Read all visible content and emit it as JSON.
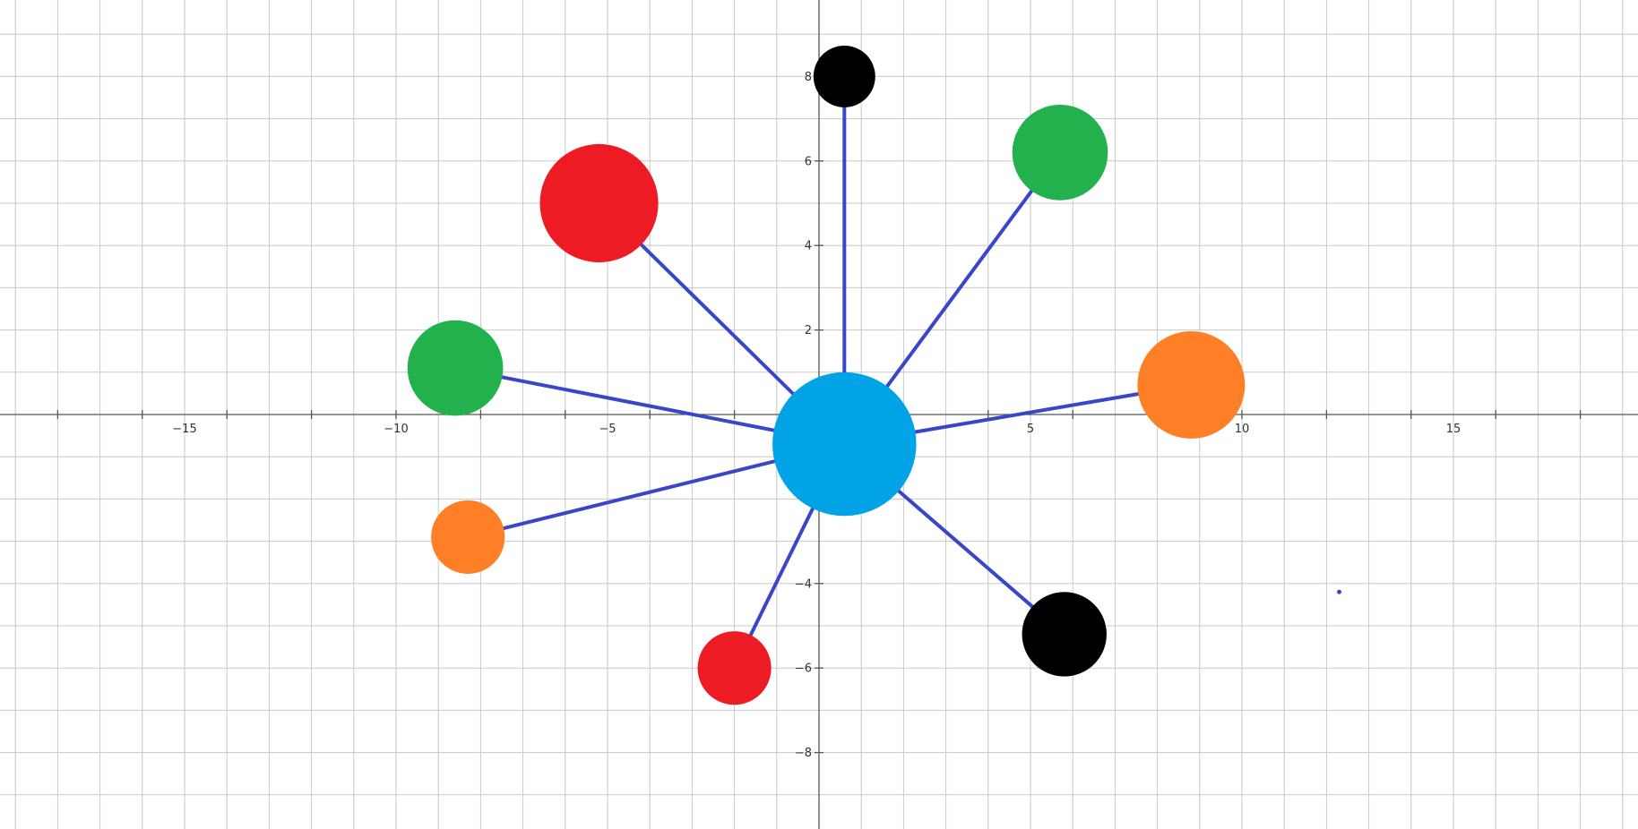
{
  "graph": {
    "x_range": [
      -19.3,
      19.3
    ],
    "y_range": [
      -9.7,
      9.7
    ],
    "minor_step": 1,
    "major_step": 2,
    "x_tick_values": [
      -15,
      -10,
      -5,
      5,
      10,
      15
    ],
    "x_tick_labels": [
      "−15",
      "−10",
      "−5",
      "5",
      "10",
      "15"
    ],
    "y_tick_values": [
      -8,
      -6,
      -4,
      2,
      4,
      6,
      8
    ],
    "y_tick_labels": [
      "−8",
      "−6",
      "−4",
      "2",
      "4",
      "6",
      "8"
    ]
  },
  "colors": {
    "line": "#3a45c9",
    "hub": "#00a3e6",
    "red": "#ed1c24",
    "green": "#22b14c",
    "orange": "#ff7f27",
    "black": "#000000"
  },
  "hub": {
    "x": 0.6,
    "y": -0.7,
    "r": 1.7,
    "color": "hub"
  },
  "nodes": [
    {
      "name": "node-black-top",
      "x": 0.6,
      "y": 8.0,
      "r": 0.73,
      "color": "black"
    },
    {
      "name": "node-green-top-right",
      "x": 5.7,
      "y": 6.2,
      "r": 1.13,
      "color": "green"
    },
    {
      "name": "node-orange-right",
      "x": 8.8,
      "y": 0.7,
      "r": 1.27,
      "color": "orange"
    },
    {
      "name": "node-black-bottom-right",
      "x": 5.8,
      "y": -5.2,
      "r": 1.0,
      "color": "black"
    },
    {
      "name": "node-red-bottom",
      "x": -2.0,
      "y": -6.0,
      "r": 0.87,
      "color": "red"
    },
    {
      "name": "node-orange-left",
      "x": -8.3,
      "y": -2.9,
      "r": 0.87,
      "color": "orange"
    },
    {
      "name": "node-green-left",
      "x": -8.6,
      "y": 1.1,
      "r": 1.13,
      "color": "green"
    },
    {
      "name": "node-red-top-left",
      "x": -5.2,
      "y": 5.0,
      "r": 1.4,
      "color": "red"
    }
  ],
  "points": [
    {
      "name": "small-point",
      "x": 12.3,
      "y": -4.2,
      "color": "line"
    }
  ]
}
